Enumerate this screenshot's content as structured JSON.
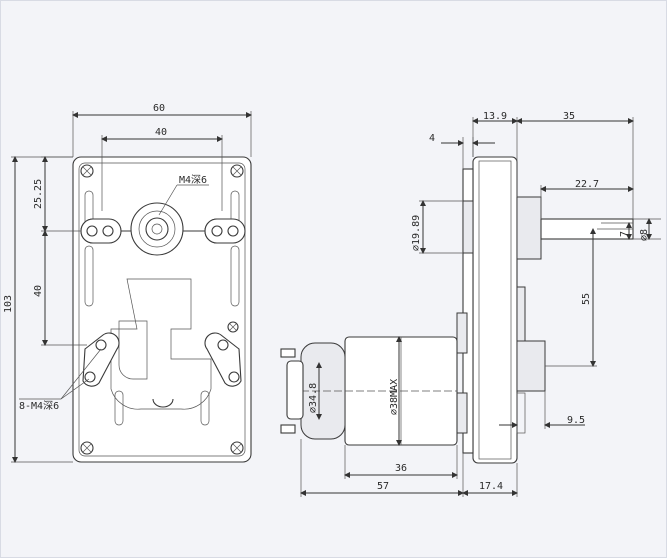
{
  "front_view": {
    "dim_width_total": "60",
    "dim_width_inner": "40",
    "dim_height_total": "103",
    "dim_height_upper": "25.25",
    "dim_height_mid": "40",
    "label_center_thread": "M4深6",
    "label_mount_threads": "8-M4深6"
  },
  "side_view": {
    "dim_top_1": "13.9",
    "dim_top_2": "35",
    "dim_flange": "4",
    "dim_shaft_len": "22.7",
    "dim_boss_dia": "⌀19.89",
    "dim_shaft_flat": "7",
    "dim_shaft_dia": "⌀8",
    "dim_vertical": "55",
    "dim_bottom_offset": "9.5",
    "dim_motor_len": "36",
    "dim_motor_total": "57",
    "dim_gear_thick": "17.4",
    "dim_motor_boss": "⌀34.8",
    "dim_motor_dia": "⌀38MAX"
  }
}
